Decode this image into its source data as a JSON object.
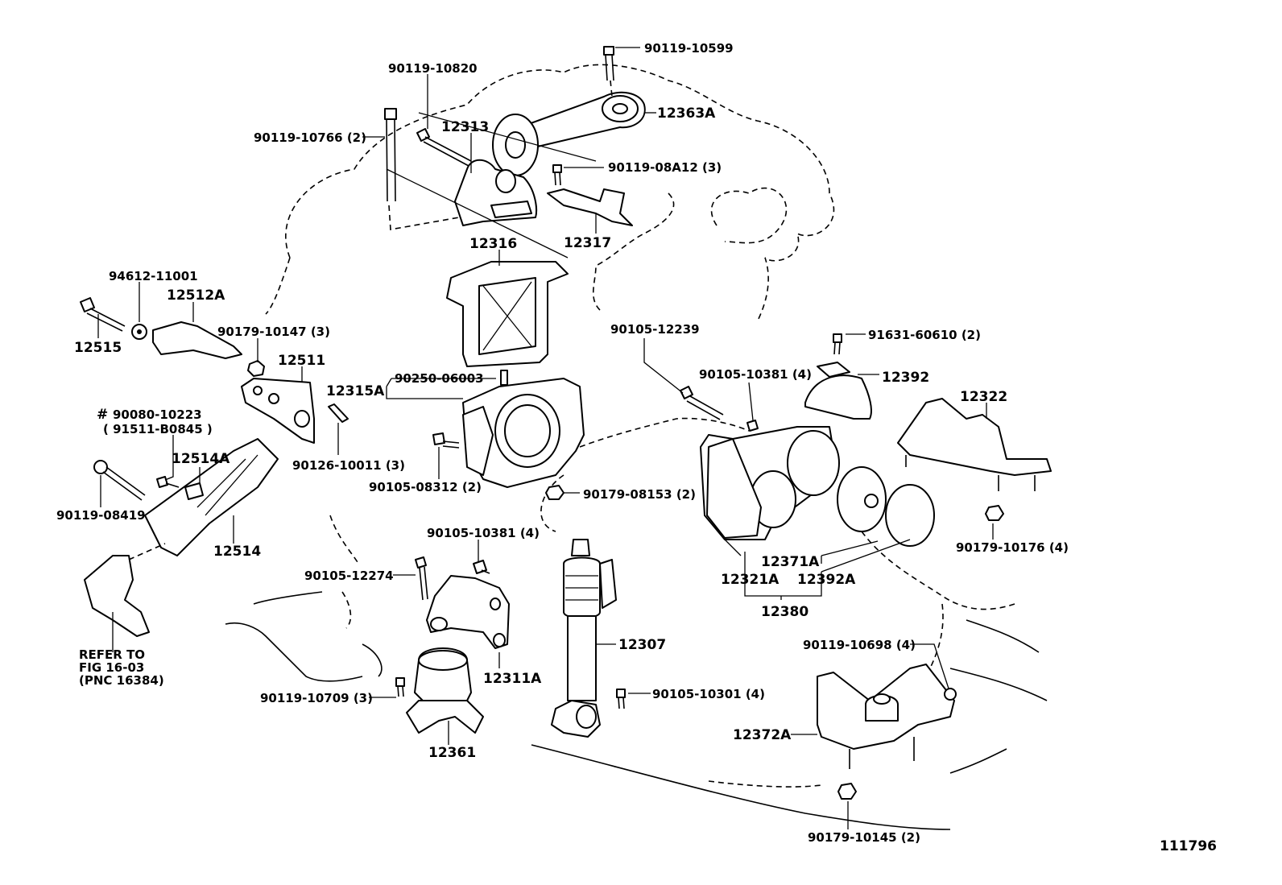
{
  "labels": {
    "p90119_10599": "90119-10599",
    "p90119_10820": "90119-10820",
    "p12363A": "12363A",
    "p90119_10766": "90119-10766 (2)",
    "p12313": "12313",
    "p90119_08A12": "90119-08A12 (3)",
    "p12317": "12317",
    "p12316": "12316",
    "p94612_11001": "94612-11001",
    "p12512A": "12512A",
    "p12515": "12515",
    "p90179_10147": "90179-10147 (3)",
    "p12511": "12511",
    "p90250_06003": "90250-06003",
    "p12315A": "12315A",
    "p90105_12239": "90105-12239",
    "p91631_60610": "91631-60610 (2)",
    "p90105_10381_a": "90105-10381 (4)",
    "p12392": "12392",
    "p12322": "12322",
    "hash": "#",
    "p90080_10223": "90080-10223",
    "p91511_B0845": "( 91511-B0845 )",
    "p12514A": "12514A",
    "p90126_10011": "90126-10011 (3)",
    "p90105_08312": "90105-08312 (2)",
    "p90179_08153": "90179-08153 (2)",
    "p90119_08419": "90119-08419",
    "p12514": "12514",
    "p90105_10381_b": "90105-10381 (4)",
    "p90179_10176": "90179-10176 (4)",
    "p12371A": "12371A",
    "p12321A": "12321A",
    "p12392A": "12392A",
    "p12380": "12380",
    "p90105_12274": "90105-12274",
    "refer1": "REFER TO",
    "refer2": "FIG 16-03",
    "refer3": "(PNC 16384)",
    "p12307": "12307",
    "p90119_10698": "90119-10698 (4)",
    "p12311A": "12311A",
    "p90105_10301": "90105-10301 (4)",
    "p90119_10709": "90119-10709 (3)",
    "p12372A": "12372A",
    "p12361": "12361",
    "p90179_10145": "90179-10145 (2)",
    "figure_id": "111796"
  }
}
